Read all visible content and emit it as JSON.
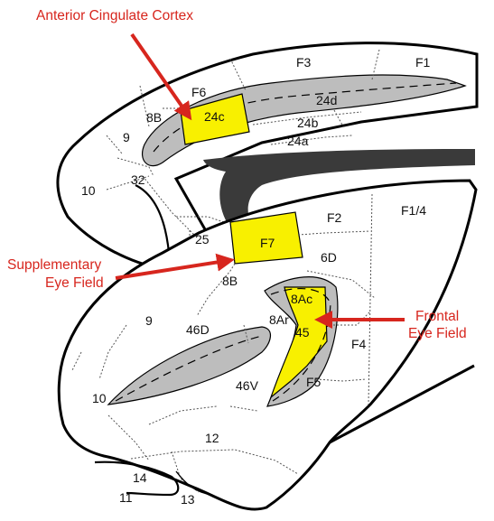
{
  "colors": {
    "callout": "#d7261e",
    "highlight": "#f8f000",
    "sulcus_fill": "#bdbdbd",
    "callosum_fill": "#3a3a3a",
    "outline": "#000000",
    "boundary": "#555555"
  },
  "callouts": {
    "anterior_cingulate": "Anterior Cingulate Cortex",
    "supplementary_line1": "Supplementary",
    "supplementary_line2": "Eye Field",
    "frontal_line1": "Frontal",
    "frontal_line2": "Eye Field"
  },
  "areas": {
    "f1": "F1",
    "f3": "F3",
    "f6": "F6",
    "a24d": "24d",
    "a24c": "24c",
    "a24b": "24b",
    "a24a": "24a",
    "a8b_medial": "8B",
    "a9_medial": "9",
    "a10_medial": "10",
    "a32": "32",
    "a25": "25",
    "f7": "F7",
    "f2": "F2",
    "f1_4": "F1/4",
    "a6d": "6D",
    "a8b_lateral": "8B",
    "a8ac": "8Ac",
    "a8ar": "8Ar",
    "a45": "45",
    "f4": "F4",
    "f5": "F5",
    "a9_lateral": "9",
    "a46d": "46D",
    "a46v": "46V",
    "a10_lateral": "10",
    "a12": "12",
    "a14": "14",
    "a11": "11",
    "a13": "13"
  }
}
